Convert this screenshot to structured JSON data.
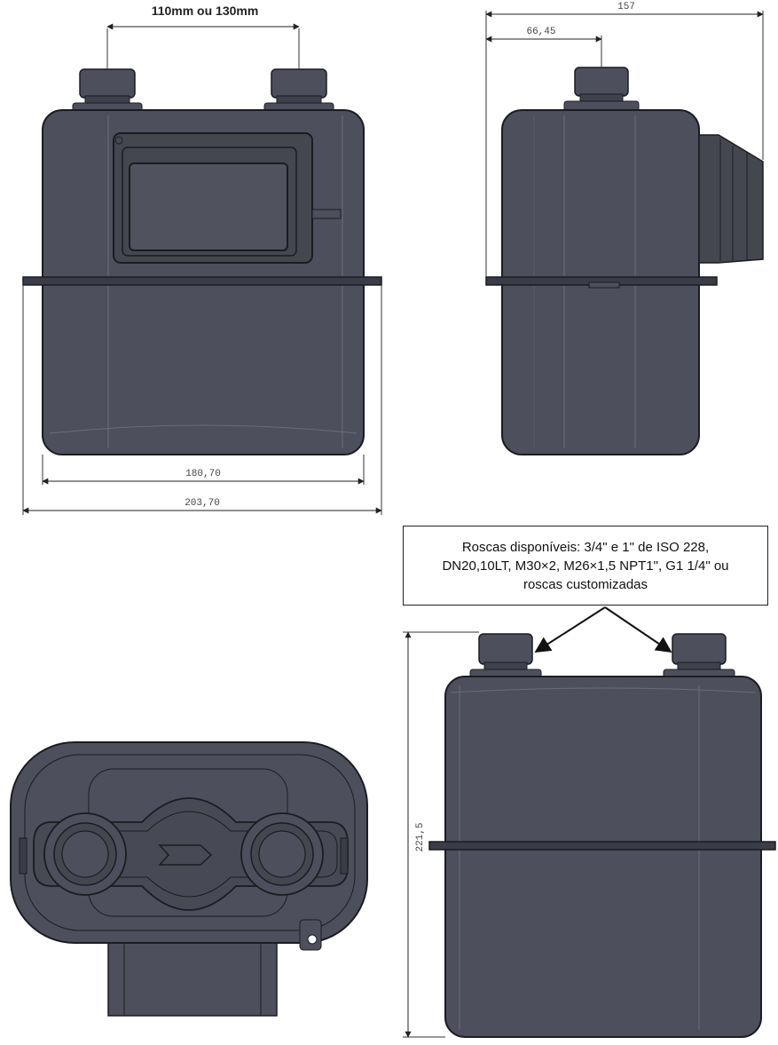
{
  "dimensions": {
    "inlet_spacing": "110mm ou 130mm",
    "side_depth": "157",
    "side_inlet_offset": "66,45",
    "front_inner_width": "180,70",
    "front_outer_width": "203,70",
    "rear_height": "221,5"
  },
  "thread_note": {
    "line1": "Roscas disponíveis: 3/4\" e 1\" de ISO 228,",
    "line2": "DN20,10LT, M30×2, M26×1,5 NPT1\", G1 1/4\" ou",
    "line3": "roscas customizadas"
  },
  "colors": {
    "body": "#4d4f5c",
    "body_dark": "#3a3c47",
    "outline": "#1b1c22",
    "edge_light": "#6a6d7a"
  }
}
